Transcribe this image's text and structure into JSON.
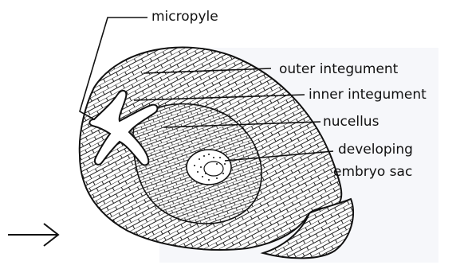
{
  "diagram": {
    "labels": {
      "micropyle": "micropyle",
      "outer_integument": "outer integument",
      "inner_integument": "inner integument",
      "nucellus": "nucellus",
      "developing": "developing",
      "embryo_sac": "embryo sac"
    },
    "colors": {
      "ink": "#111111",
      "paper": "#ffffff",
      "shadow": "#e9edf2"
    }
  }
}
